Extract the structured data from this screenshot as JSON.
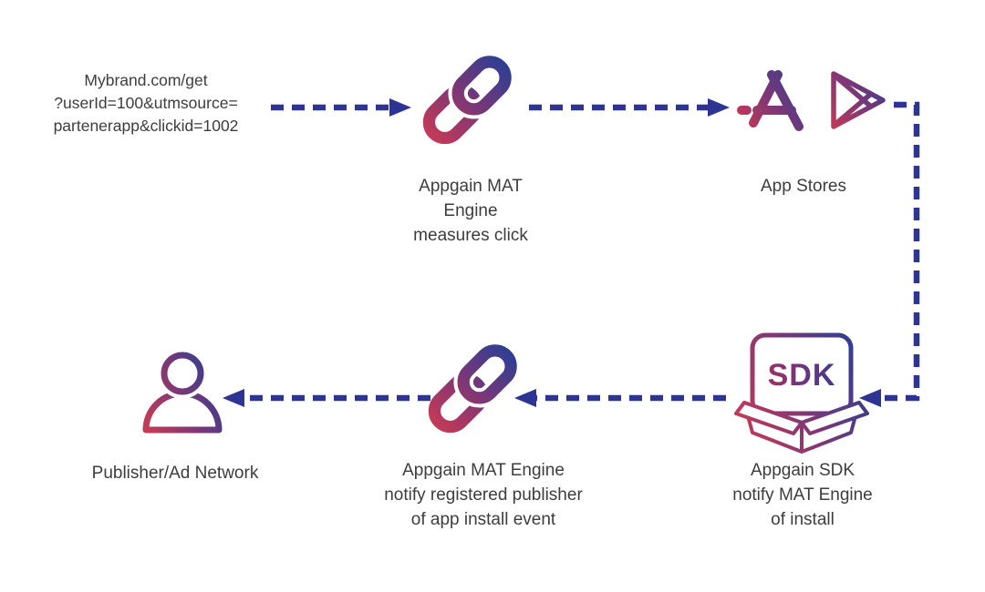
{
  "colors": {
    "arrow": "#2d3494",
    "gradient_red": "#c43a56",
    "gradient_purple": "#7b3777",
    "gradient_blue": "#2a3f94",
    "text": "#3d3d3d",
    "background": "#ffffff"
  },
  "diagram": {
    "url_block": {
      "text": "Mybrand.com/get\n?userId=100&utmsource=\npartenerapp&clickid=1002"
    },
    "mat_click": {
      "icon": "link-icon",
      "label": "Appgain MAT\nEngine\nmeasures click"
    },
    "app_stores": {
      "icons": [
        "apple-app-store-icon",
        "google-play-icon"
      ],
      "label": "App Stores"
    },
    "sdk": {
      "icon": "sdk-box-icon",
      "box_text": "SDK",
      "label": "Appgain SDK\nnotify MAT Engine\nof install"
    },
    "mat_notify": {
      "icon": "link-icon",
      "label": "Appgain MAT Engine\nnotify registered publisher\nof app install event"
    },
    "publisher": {
      "icon": "person-icon",
      "label": "Publisher/Ad Network"
    },
    "arrows": [
      "url-to-mat-engine",
      "mat-engine-to-app-stores",
      "app-stores-to-sdk",
      "sdk-to-mat-engine",
      "mat-engine-to-publisher"
    ]
  }
}
